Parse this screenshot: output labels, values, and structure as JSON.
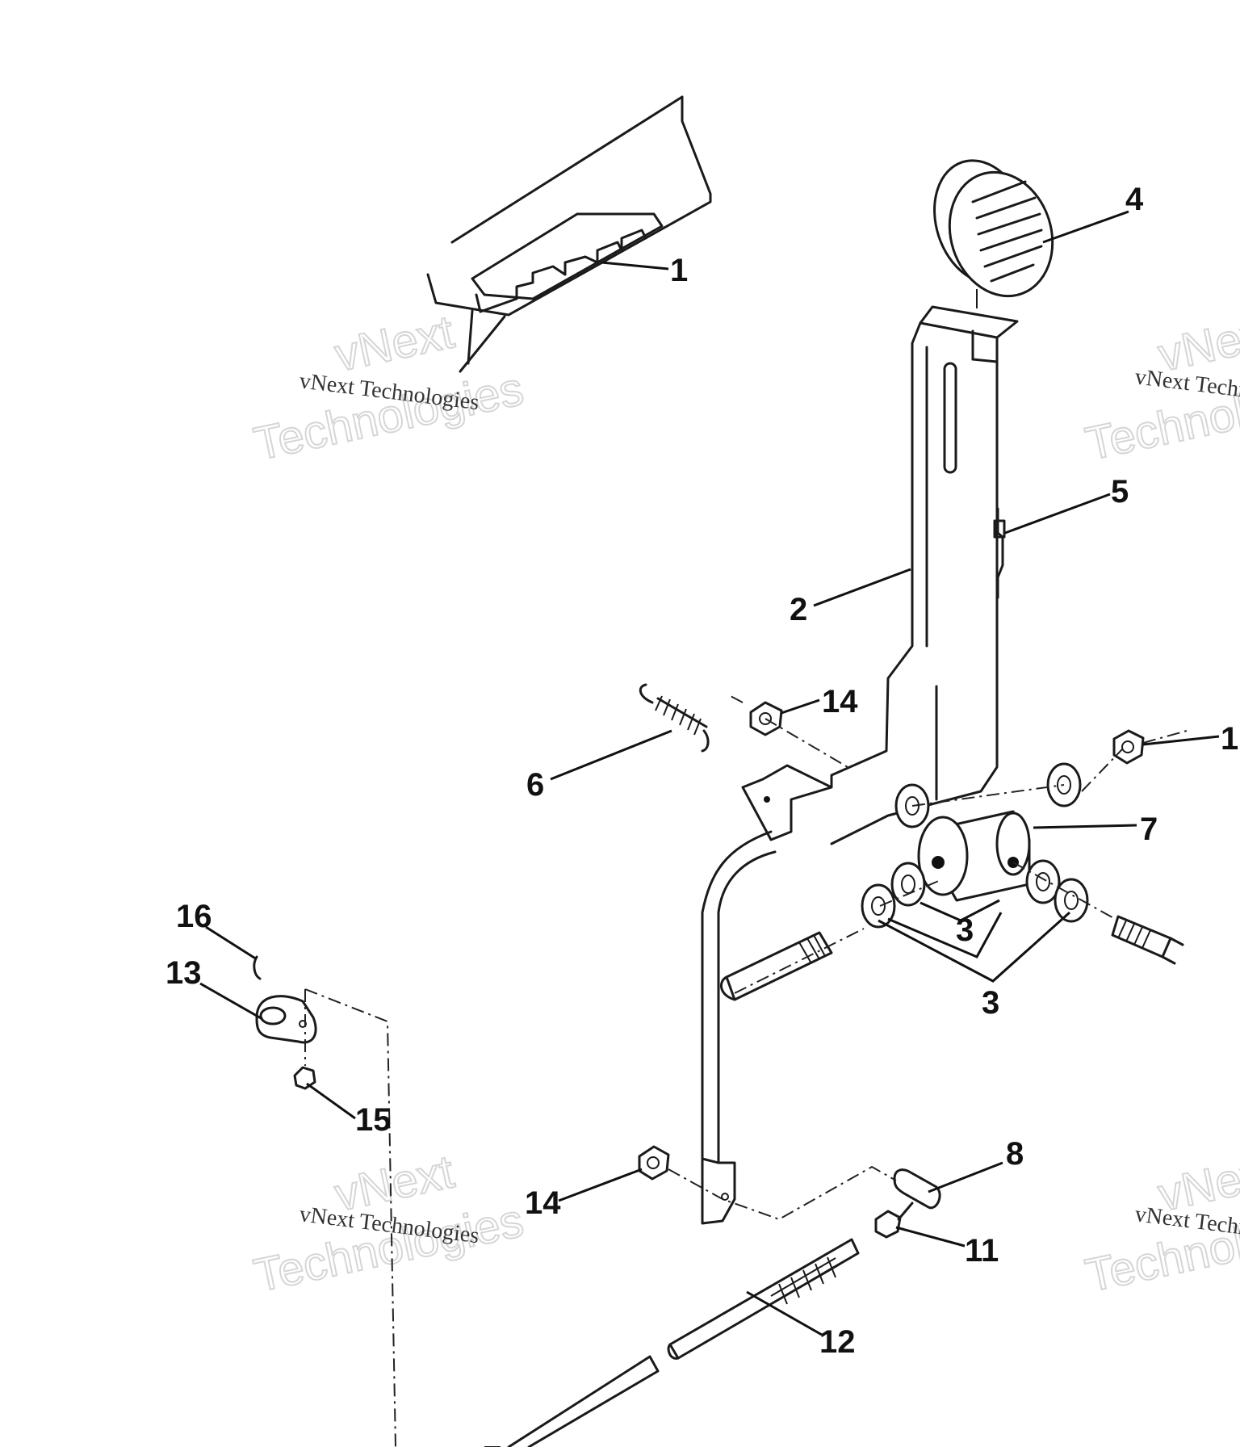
{
  "watermark": {
    "line": "vNext Technologies",
    "word1": "vNext",
    "word2": "Technologies"
  },
  "callouts": {
    "c1": "1",
    "c2": "2",
    "c3a": "3",
    "c3b": "3",
    "c4": "4",
    "c5": "5",
    "c6": "6",
    "c7": "7",
    "c8": "8",
    "c11": "11",
    "c12": "12",
    "c13": "13",
    "c14a": "14",
    "c14b": "14",
    "c15": "15",
    "c16": "16",
    "c1b": "1"
  }
}
